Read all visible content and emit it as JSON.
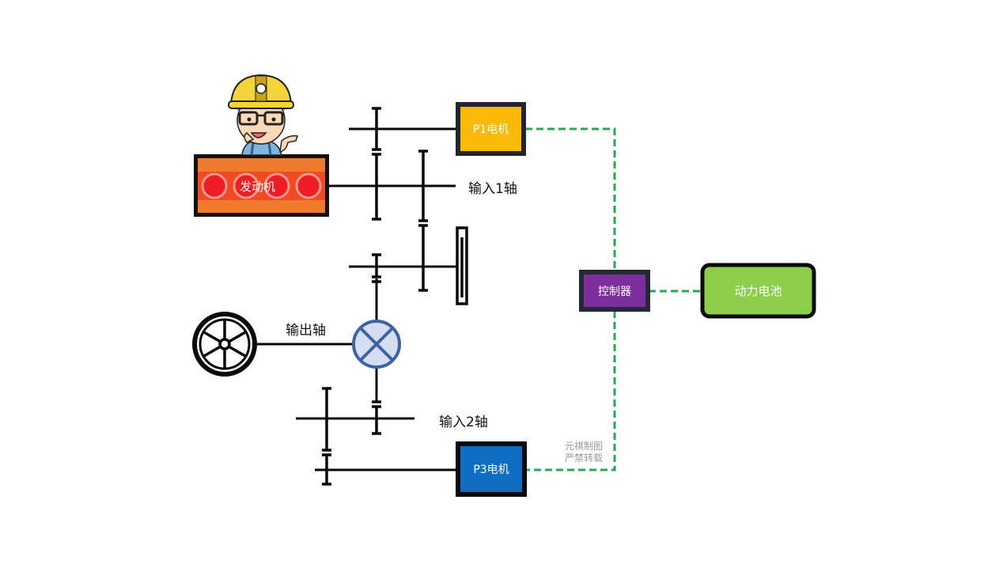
{
  "diagram": {
    "title": "",
    "components": {
      "engine": {
        "label": "发动机",
        "frame_color": "#111111",
        "body_color": "#ee7a2e",
        "band_color": "#f04a25",
        "cylinder_color": "#ee1c24",
        "cylinder_ring_color": "#f59a8a",
        "cylinders": 4
      },
      "p1_motor": {
        "label": "P1电机",
        "fill": "#fbb908",
        "border": "#22252e"
      },
      "p3_motor": {
        "label": "P3电机",
        "fill": "#0d6ec1",
        "border": "#0a0a0a"
      },
      "controller": {
        "label": "控制器",
        "fill": "#7b2e9c",
        "border": "#262838"
      },
      "battery": {
        "label": "动力电池",
        "fill": "#8ccd4a",
        "border": "#0a0a0a"
      },
      "differential": {
        "fill": "#d6ddf2",
        "stroke": "#3f62a0"
      },
      "wheel": {
        "color": "#0a0a0a"
      }
    },
    "shaft_labels": {
      "input1": "输入1轴",
      "input2": "输入2轴",
      "output": "输出轴"
    },
    "connections": {
      "electric_line_color": "#2aa65a",
      "electric_links": [
        [
          "P1电机",
          "控制器"
        ],
        [
          "控制器",
          "动力电池"
        ],
        [
          "控制器",
          "P3电机"
        ]
      ]
    },
    "watermark": {
      "line1": "元祺制图",
      "line2": "严禁转载"
    }
  }
}
